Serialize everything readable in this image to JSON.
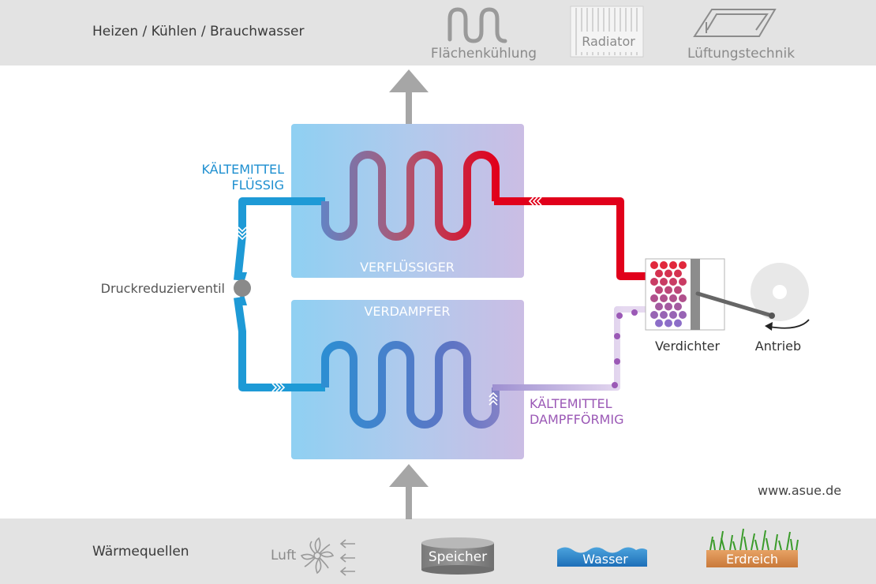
{
  "header": {
    "title": "Heizen / Kühlen / Brauchwasser",
    "outputs": [
      {
        "label": "Flächenkühlung",
        "icon": "floor-cooling-icon"
      },
      {
        "label": "Radiator",
        "icon": "radiator-icon"
      },
      {
        "label": "Lüftungstechnik",
        "icon": "ventilation-unit-icon"
      }
    ]
  },
  "diagram": {
    "condenser_label": "VERFLÜSSIGER",
    "evaporator_label": "VERDAMPFER",
    "refrigerant_liquid": [
      "KÄLTEMITTEL",
      "FLÜSSIG"
    ],
    "refrigerant_vapor": [
      "KÄLTEMITTEL",
      "DAMPFFÖRMIG"
    ],
    "valve_label": "Druckreduzierventil",
    "compressor_label": "Verdichter",
    "drive_label": "Antrieb",
    "colors": {
      "hot": "#e1001b",
      "cold": "#1e9ad6",
      "vapor": "#9b59b6",
      "box": "#b7d6f0"
    }
  },
  "footer": {
    "title": "Wärmequellen",
    "sources": [
      {
        "label": "Luft",
        "icon": "fan-icon"
      },
      {
        "label": "Speicher",
        "icon": "storage-tank-icon"
      },
      {
        "label": "Wasser",
        "icon": "water-icon"
      },
      {
        "label": "Erdreich",
        "icon": "soil-icon"
      }
    ]
  },
  "website": "www.asue.de"
}
